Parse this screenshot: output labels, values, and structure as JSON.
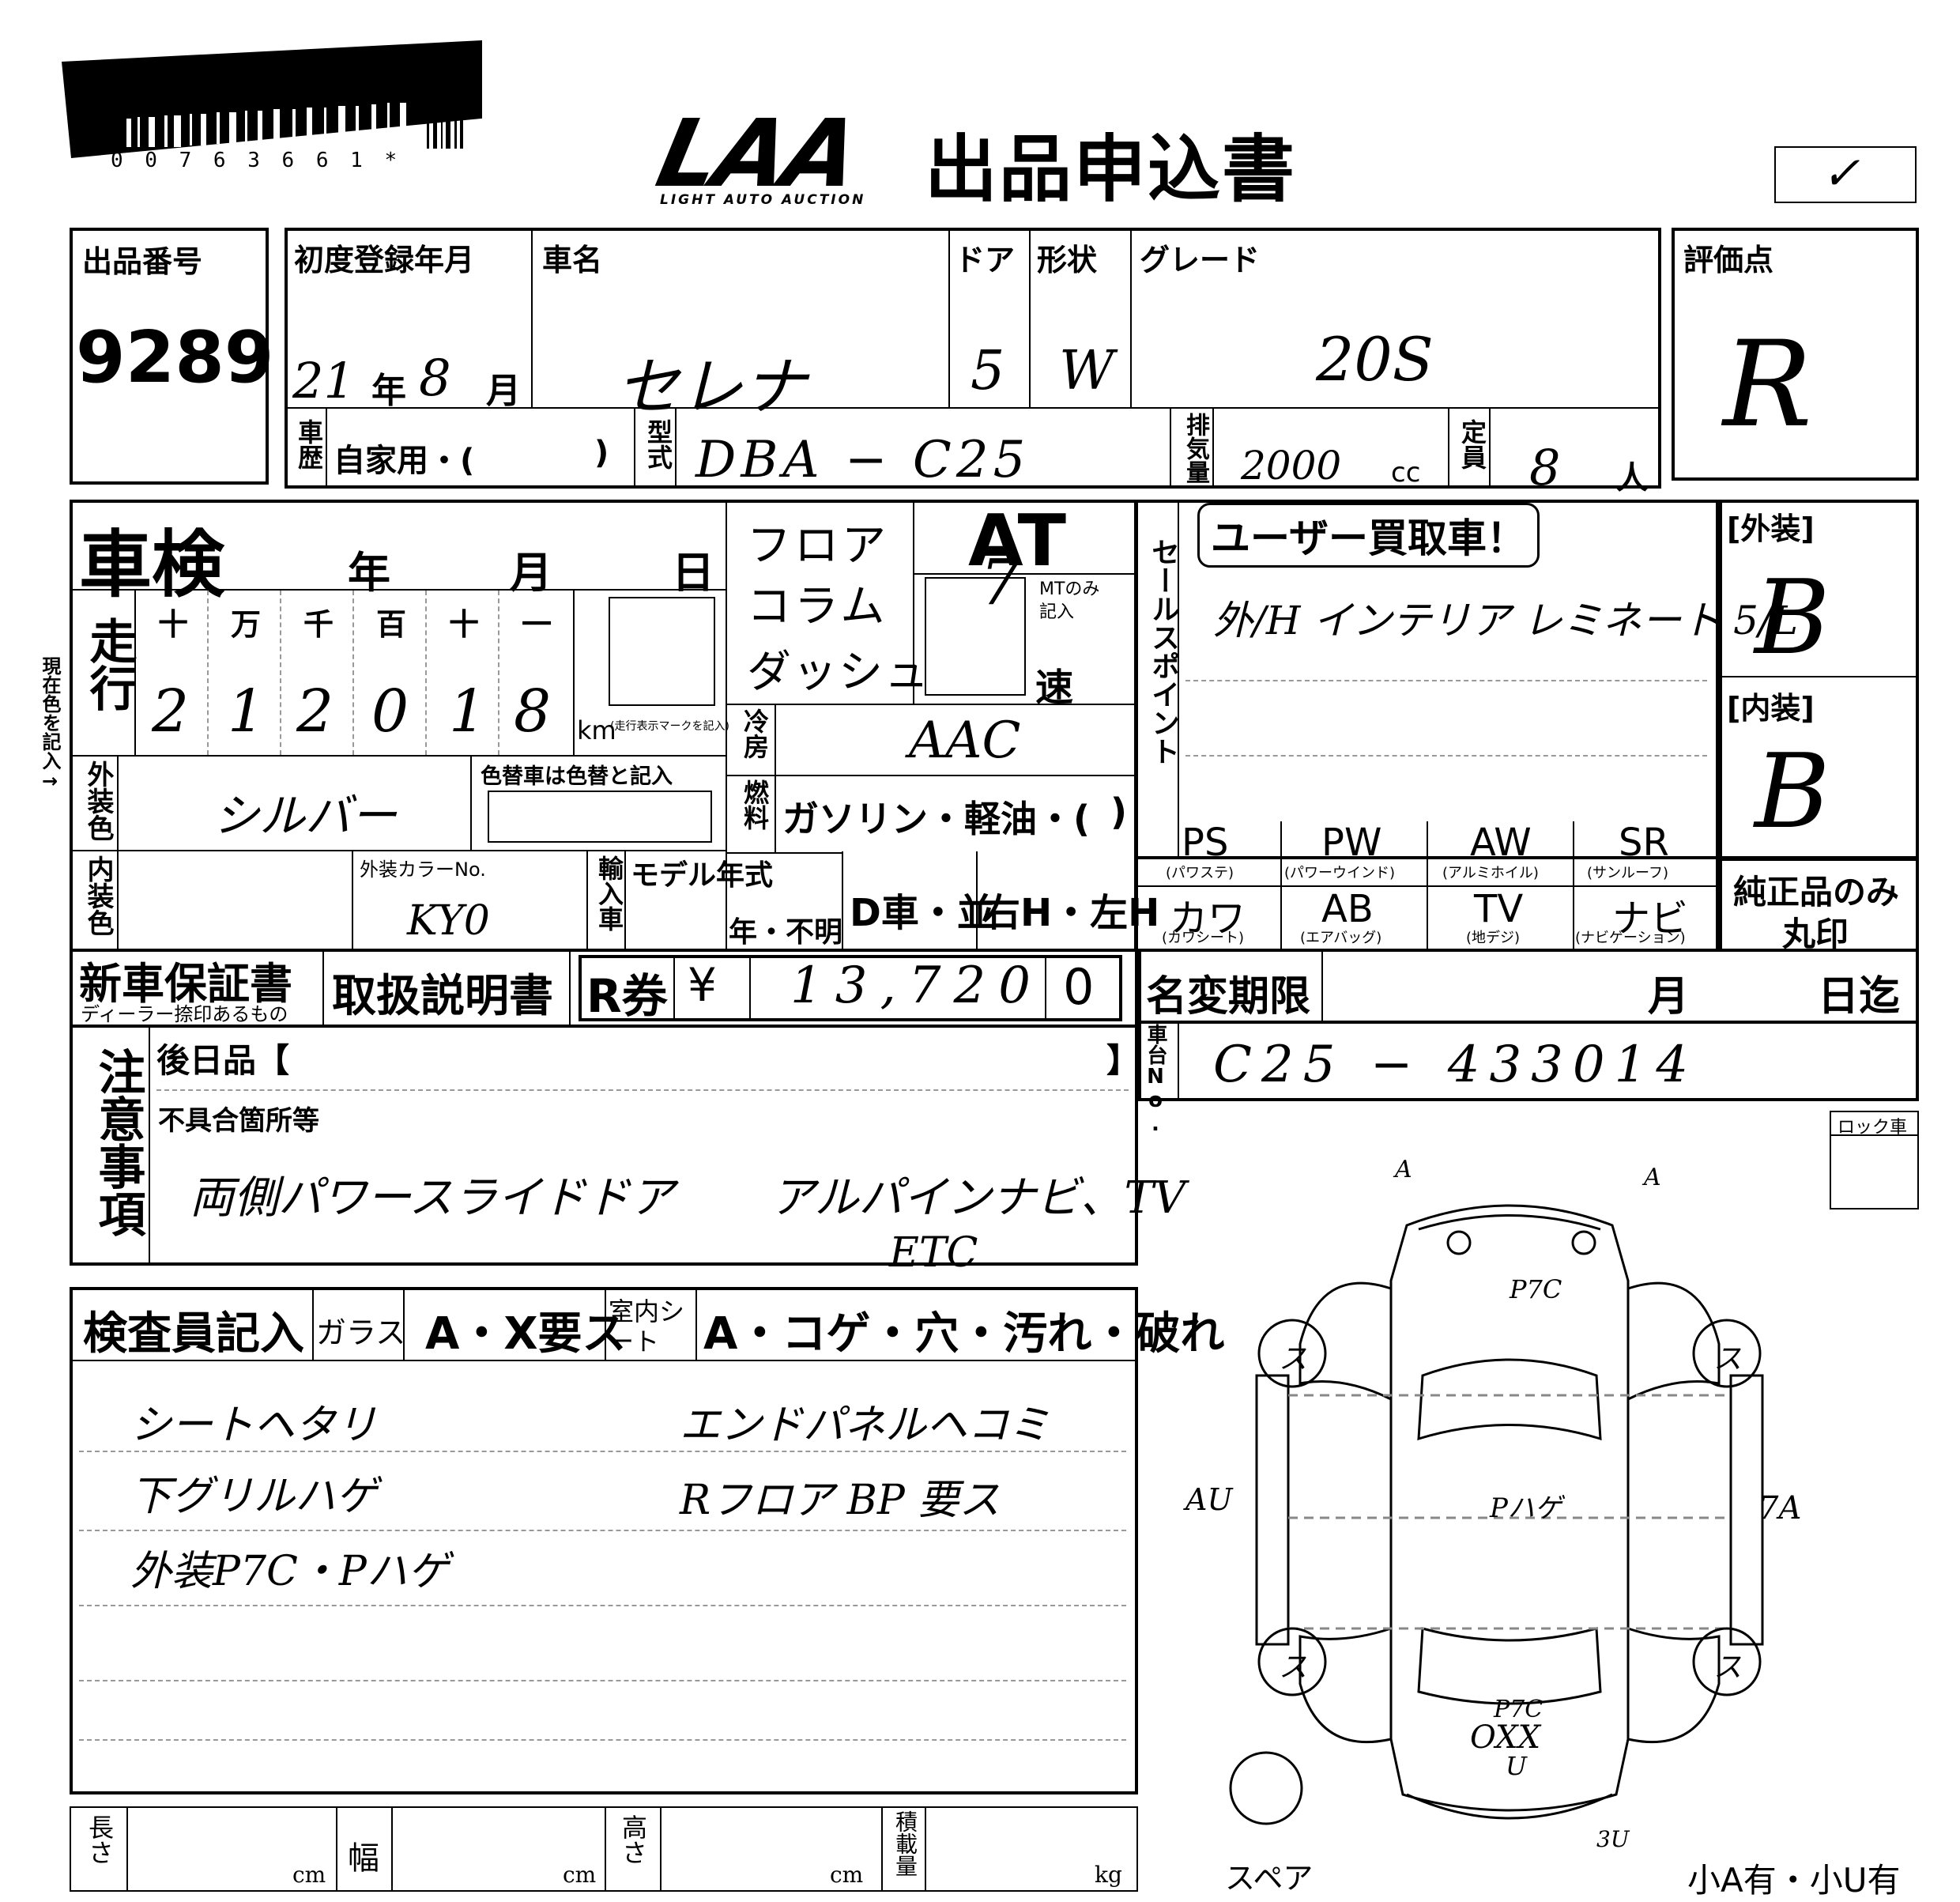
{
  "header": {
    "barcode_number": "0 0 7 6 3 6 6 1 *",
    "logo": "LAA",
    "logo_sub": "LIGHT AUTO AUCTION",
    "title": "出品申込書",
    "check_mark": "✓"
  },
  "lot": {
    "label": "出品番号",
    "value": "9289"
  },
  "registration": {
    "label": "初度登録年月",
    "year": "21",
    "year_unit": "年",
    "month": "8",
    "month_unit": "月"
  },
  "car_name": {
    "label": "車名",
    "value": "セレナ"
  },
  "doors": {
    "label": "ドア",
    "value": "5"
  },
  "shape": {
    "label": "形状",
    "value": "W"
  },
  "grade": {
    "label": "グレード",
    "value": "20S"
  },
  "score": {
    "label": "評価点",
    "value": "R"
  },
  "history": {
    "label": "車歴",
    "value": "自家用・(",
    "close": ")"
  },
  "model_code": {
    "label": "型式",
    "value": "DBA − C25"
  },
  "displacement": {
    "label": "排気量",
    "value": "2000",
    "unit": "cc"
  },
  "capacity": {
    "label": "定員",
    "value": "8",
    "unit": "人"
  },
  "inspection": {
    "label": "車検",
    "year": "年",
    "month": "月",
    "day": "日"
  },
  "mileage": {
    "label": "走行",
    "digit_headers": [
      "十",
      "万",
      "千",
      "百",
      "十",
      "一"
    ],
    "digits": [
      "2",
      "1",
      "2",
      "0",
      "1",
      "8"
    ],
    "km": "km",
    "km_note": "(走行表示マークを記入)"
  },
  "shift": {
    "floor": "フロア",
    "column": "コラム",
    "dash": "ダッシュ",
    "at": "AT",
    "mt_note": "MTのみ記入",
    "speed": "速",
    "mt_value": "7"
  },
  "aircon": {
    "label": "冷房",
    "value": "AAC"
  },
  "fuel": {
    "label": "燃料",
    "value": "ガソリン・軽油・(",
    "close": ")"
  },
  "sales_point": {
    "label": "セールスポイント",
    "buyback": "ユーザー買取車！",
    "value": "外/H インテリア レミネート 5/L"
  },
  "exterior_score": {
    "label": "[外装]",
    "value": "B"
  },
  "interior_score": {
    "label": "[内装]",
    "value": "B"
  },
  "color": {
    "side_note": "現在色を記入→",
    "label": "外装色",
    "value": "シルバー",
    "change_note": "色替車は色替と記入"
  },
  "interior_color": {
    "label": "内装色",
    "color_no_label": "外装カラーNo.",
    "color_no": "KY0"
  },
  "import": {
    "label": "輸入車",
    "model_year": "モデル年式",
    "year_unknown": "年・不明",
    "dealer": "D車・並",
    "handle": "右H・左H"
  },
  "options": [
    {
      "code": "PS",
      "sub": "(パワステ)"
    },
    {
      "code": "PW",
      "sub": "(パワーウインド)"
    },
    {
      "code": "AW",
      "sub": "(アルミホイル)"
    },
    {
      "code": "SR",
      "sub": "(サンルーフ)"
    },
    {
      "code": "カワ",
      "sub": "(カワシート)"
    },
    {
      "code": "AB",
      "sub": "(エアバッグ)"
    },
    {
      "code": "TV",
      "sub": "(地デジ)"
    },
    {
      "code": "ナビ",
      "sub": "(ナビゲーション)"
    }
  ],
  "genuine_only": {
    "line1": "純正品のみ",
    "line2": "丸印"
  },
  "warranty": {
    "label": "新車保証書",
    "sub": "ディーラー捺印あるもの"
  },
  "manual": {
    "label": "取扱説明書"
  },
  "recycle": {
    "label": "R券",
    "yen": "¥",
    "value": "13,720",
    "last": "0"
  },
  "name_change": {
    "label": "名変期限",
    "month": "月",
    "day": "日迄"
  },
  "chassis": {
    "label": "車台No.",
    "value": "C25 − 433014"
  },
  "notes": {
    "label": "注意事項",
    "later": "後日品【",
    "later_close": "】",
    "defects": "不具合箇所等",
    "line1": "両側パワースライドドア",
    "line2": "アルパインナビ、TV",
    "line3": "ETC"
  },
  "lock": {
    "label": "ロック車"
  },
  "inspector": {
    "label": "検査員記入",
    "glass": "ガラス",
    "glass_options": "A・X要ス",
    "seat": "室内シート",
    "seat_options": "A・コゲ・穴・汚れ・破れ",
    "lines": [
      "シートヘタリ",
      "下グリルハゲ",
      "外装P7C・Pハゲ"
    ],
    "lines_right": [
      "エンドパネルヘコミ",
      "Rフロア BP 要ス"
    ]
  },
  "dimensions": {
    "length": "長さ",
    "width": "幅",
    "height": "高さ",
    "load": "積載量",
    "cm": "cm",
    "kg": "kg"
  },
  "diagram": {
    "spare": "スペア",
    "small": "小A有・小U有",
    "marks": [
      "A",
      "A",
      "P7C",
      "ス",
      "ス",
      "ス",
      "ス",
      "Pハゲ",
      "AU",
      "7A",
      "P7C",
      "OXX",
      "U",
      "3U"
    ]
  }
}
